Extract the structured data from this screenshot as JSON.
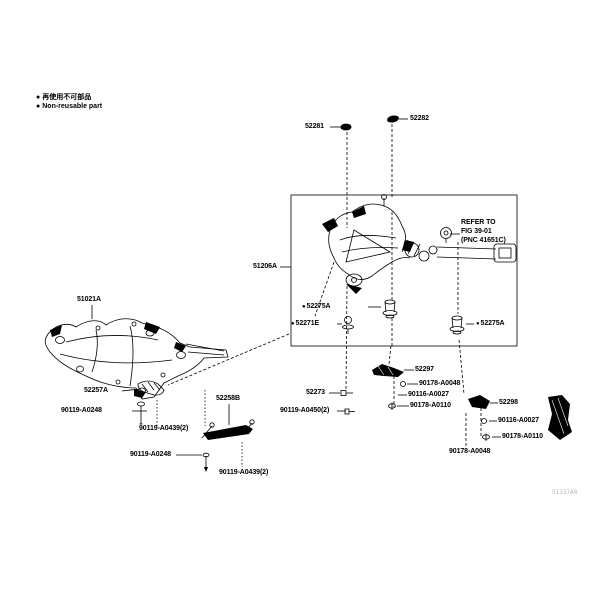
{
  "page": {
    "doc_code": "51337A0"
  },
  "legend": {
    "bullet": "●",
    "jp": "再使用不可部品",
    "en": "Non-reusable part"
  },
  "parts": {
    "p52281": "52281",
    "p52282": "52282",
    "p51206A": "51206A",
    "p51021A": "51021A",
    "p52275A_center": "52275A",
    "p52271E": "52271E",
    "p52275A_right": "52275A",
    "refer_to": {
      "line1": "REFER TO",
      "line2": "FIG 39-01",
      "line3": "(PNC 41651C)"
    },
    "p52257A": "52257A",
    "p90119_A0248_upper": "90119-A0248",
    "p90119_A0439_upper": "90119-A0439(2)",
    "p52258B": "52258B",
    "p52273": "52273",
    "p90119_A0450": "90119-A0450(2)",
    "p90119_A0248_lower": "90119-A0248",
    "p90119_A0439_lower": "90119-A0439(2)",
    "p52297": "52297",
    "p90178_A0048_upper": "90178-A0048",
    "p90116_A0027_left": "90116-A0027",
    "p90178_A0110_left": "90178-A0110",
    "p52298": "52298",
    "p90116_A0027_right": "90116-A0027",
    "p90178_A0110_right": "90178-A0110",
    "p90178_A0048_lower": "90178-A0048"
  }
}
